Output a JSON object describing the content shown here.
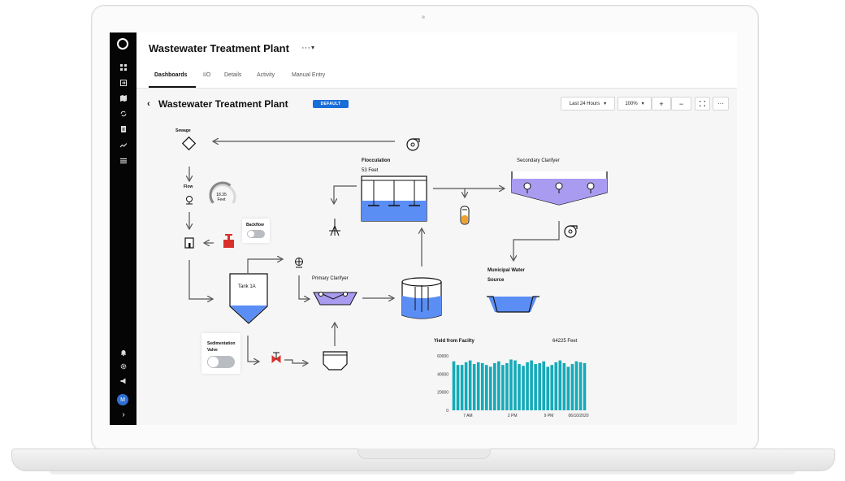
{
  "app": {
    "title": "Wastewater Treatment Plant",
    "title_more": "···",
    "title_caret": "▾"
  },
  "tabs": [
    {
      "label": "Dashboards",
      "active": true
    },
    {
      "label": "I/O"
    },
    {
      "label": "Details"
    },
    {
      "label": "Activity"
    },
    {
      "label": "Manual Entry"
    }
  ],
  "sidebar": {
    "avatar_initial": "M",
    "top_icons": [
      "logo-icon",
      "dashboard-icon",
      "io-icon",
      "map-icon",
      "sync-icon",
      "document-icon",
      "trend-icon",
      "menu-icon"
    ],
    "bottom_icons": [
      "bell-icon",
      "gear-icon",
      "megaphone-icon",
      "avatar",
      "expand-icon"
    ],
    "expand_glyph": "›"
  },
  "dashboard": {
    "back_glyph": "‹",
    "title": "Wastewater Treatment Plant",
    "badge": "DEFAULT",
    "time_range": "Last 24 Hours",
    "zoom": "100%",
    "zoom_in": "+",
    "zoom_out": "−",
    "more": "···"
  },
  "diagram": {
    "sewage": "Sewage",
    "flow": "Flow",
    "gauge_value": "18.35",
    "gauge_unit": "Feet",
    "gauge_level": 0.65,
    "backflow": "Backflow",
    "tank": "Tank 1A",
    "sedimentation_1": "Sedimentation",
    "sedimentation_2": "Valve",
    "primary_clarifyer": "Primary Clarifyer",
    "flocculation": "Flocculation",
    "flocculation_value": "53 Feet",
    "secondary_clarifyer": "Secondary Clarifyer",
    "municipal_1": "Municipal Water",
    "municipal_2": "Source",
    "colors": {
      "water": "#5b8ef5",
      "purple": "#a99cf0",
      "red": "#d9302c",
      "orange": "#f0a02c",
      "line": "#555555"
    }
  },
  "chart_data": {
    "type": "bar",
    "title": "Yield from Facilty",
    "value_label": "64225 Feet",
    "ylim": [
      0,
      60000
    ],
    "yticks": [
      "0",
      "20000",
      "40000",
      "60000"
    ],
    "xticks": [
      "7 AM",
      "2 PM",
      "9 PM",
      "06/10/2020"
    ],
    "color": "#15aab8",
    "values": [
      54000,
      50000,
      50000,
      53000,
      55000,
      51000,
      53000,
      52000,
      50000,
      48000,
      52000,
      54000,
      50000,
      52000,
      56000,
      55000,
      51000,
      49000,
      53000,
      55000,
      51000,
      52000,
      54000,
      48000,
      50000,
      53000,
      55000,
      52000,
      48000,
      51000,
      54000,
      53000,
      52000
    ]
  }
}
